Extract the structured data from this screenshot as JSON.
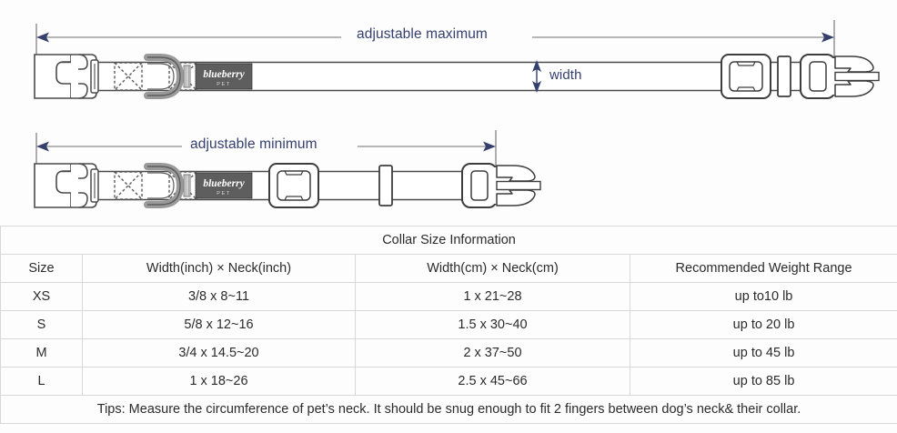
{
  "diagram": {
    "max_label": "adjustable maximum",
    "min_label": "adjustable minimum",
    "width_label": "width",
    "brand_name": "blueberry",
    "brand_sub": "PET",
    "accent_color": "#343f6e",
    "strap_outline_color": "#4a4a4a",
    "label_bg_color": "#5e5e5e"
  },
  "table": {
    "title": "Collar Size Information",
    "headers": [
      "Size",
      "Width(inch)  ×  Neck(inch)",
      "Width(cm)  ×  Neck(cm)",
      "Recommended Weight Range"
    ],
    "rows": [
      {
        "size": "XS",
        "inch": "3/8 x 8~11",
        "cm": "1 x 21~28",
        "weight": "up to10 lb"
      },
      {
        "size": "S",
        "inch": "5/8 x 12~16",
        "cm": "1.5 x 30~40",
        "weight": "up to 20 lb"
      },
      {
        "size": "M",
        "inch": "3/4 x 14.5~20",
        "cm": "2 x 37~50",
        "weight": "up to 45 lb"
      },
      {
        "size": "L",
        "inch": "1 x 18~26",
        "cm": "2.5 x 45~66",
        "weight": "up to 85 lb"
      }
    ],
    "tips": "Tips: Measure the circumference of pet’s neck. It should be snug enough to fit 2 fingers between dog’s neck& their collar."
  }
}
